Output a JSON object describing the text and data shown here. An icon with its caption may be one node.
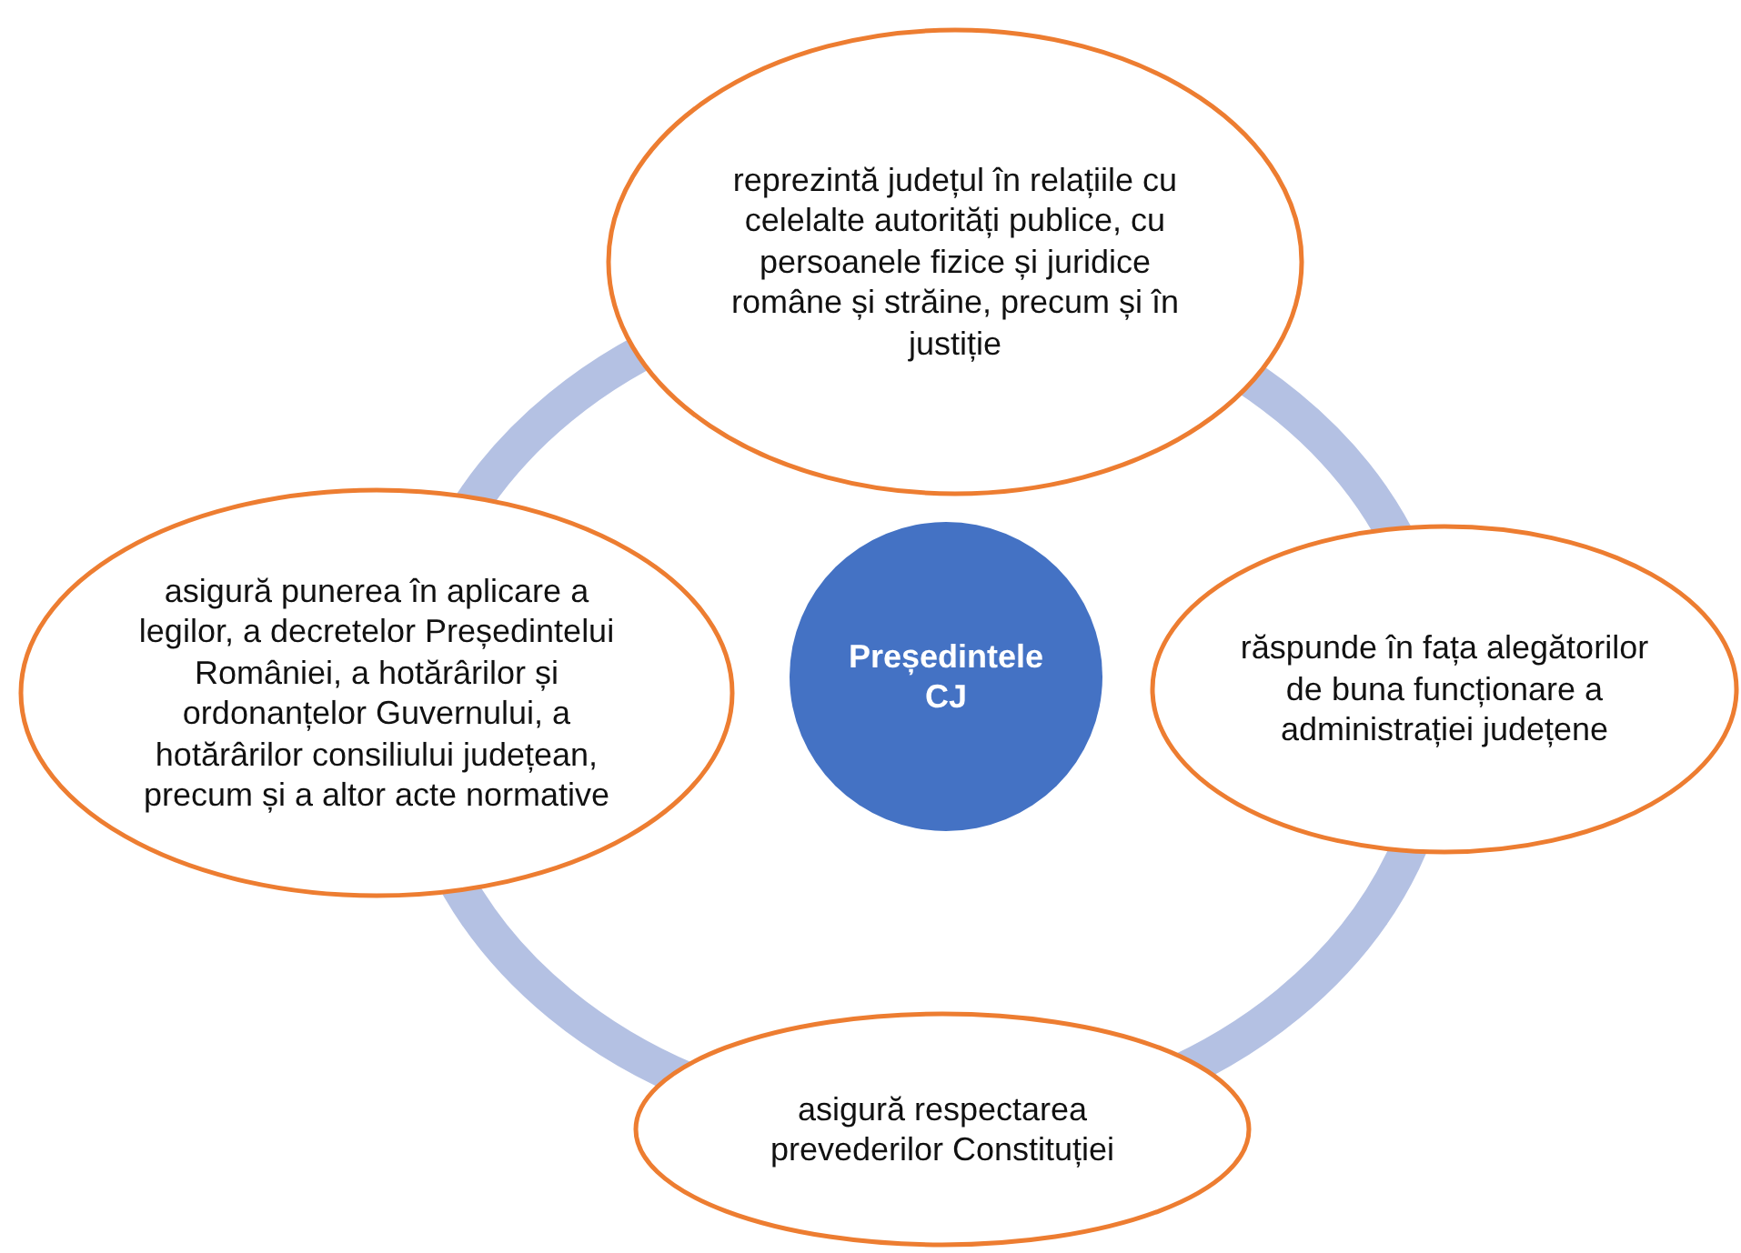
{
  "diagram": {
    "nodes": [
      {
        "text": [
          "Președintele CJ"
        ]
      },
      {
        "text": [
          "reprezintă județul în relațiile cu celelalte autorități publice, cu persoanele fizice și juridice române și străine, precum și în justiție"
        ]
      },
      {
        "text": [
          "răspunde în fața alegătorilor de buna funcționare a administrației județene"
        ]
      },
      {
        "text": [
          "asigură respectarea prevederilor Constituției"
        ]
      },
      {
        "text": [
          "asigură punerea în aplicare a legilor, a decretelor Președintelui României, a hotărârilor și ordonanțelor Guvernului, a hotărârilor consiliului județean, precum și a altor acte normative"
        ]
      }
    ]
  }
}
